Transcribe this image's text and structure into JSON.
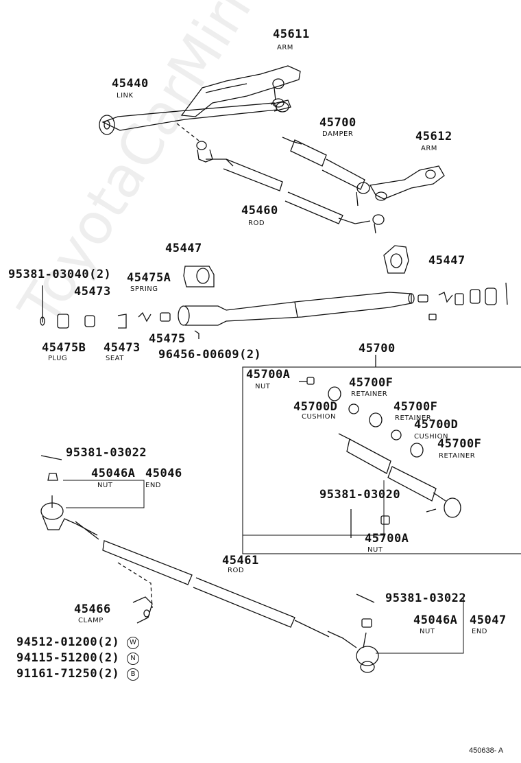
{
  "watermark": "ToyotaCarMirror.ru",
  "ref_code": "450638- A",
  "labels": {
    "p45611": "45611",
    "arm1": "ARM",
    "p45440": "45440",
    "link": "LINK",
    "p45700_top": "45700",
    "damper": "DAMPER",
    "p45612": "45612",
    "arm2": "ARM",
    "p45460": "45460",
    "rod1": "ROD",
    "p45447_left": "45447",
    "p45447_right": "45447",
    "p95381_03040": "95381-03040(2)",
    "p45475A": "45475A",
    "spring": "SPRING",
    "p45473_top": "45473",
    "p45475B": "45475B",
    "plug": "PLUG",
    "p45473_bottom": "45473",
    "seat": "SEAT",
    "p45475": "45475",
    "p96456": "96456-00609(2)",
    "p45700_box": "45700",
    "p45700A_top": "45700A",
    "nut1": "NUT",
    "p45700F_1": "45700F",
    "retainer1": "RETAINER",
    "p45700D_1": "45700D",
    "cushion1": "CUSHION",
    "p45700F_2": "45700F",
    "retainer2": "RETAINER",
    "p45700D_2": "45700D",
    "cushion2": "CUSHION",
    "p45700F_3": "45700F",
    "retainer3": "RETAINER",
    "p95381_03020": "95381-03020",
    "p45700A_bottom": "45700A",
    "nut2": "NUT",
    "p95381_03022_top": "95381-03022",
    "p45046A_left": "45046A",
    "nut3": "NUT",
    "p45046": "45046",
    "end1": "END",
    "p45461": "45461",
    "rod2": "ROD",
    "p45466": "45466",
    "clamp": "CLAMP",
    "p95381_03022_bottom": "95381-03022",
    "p45046A_right": "45046A",
    "nut4": "NUT",
    "p45047": "45047",
    "end2": "END",
    "p94512": "94512-01200(2)",
    "sym_w": "W",
    "p94115": "94115-51200(2)",
    "sym_n": "N",
    "p91161": "91161-71250(2)",
    "sym_b": "B"
  }
}
